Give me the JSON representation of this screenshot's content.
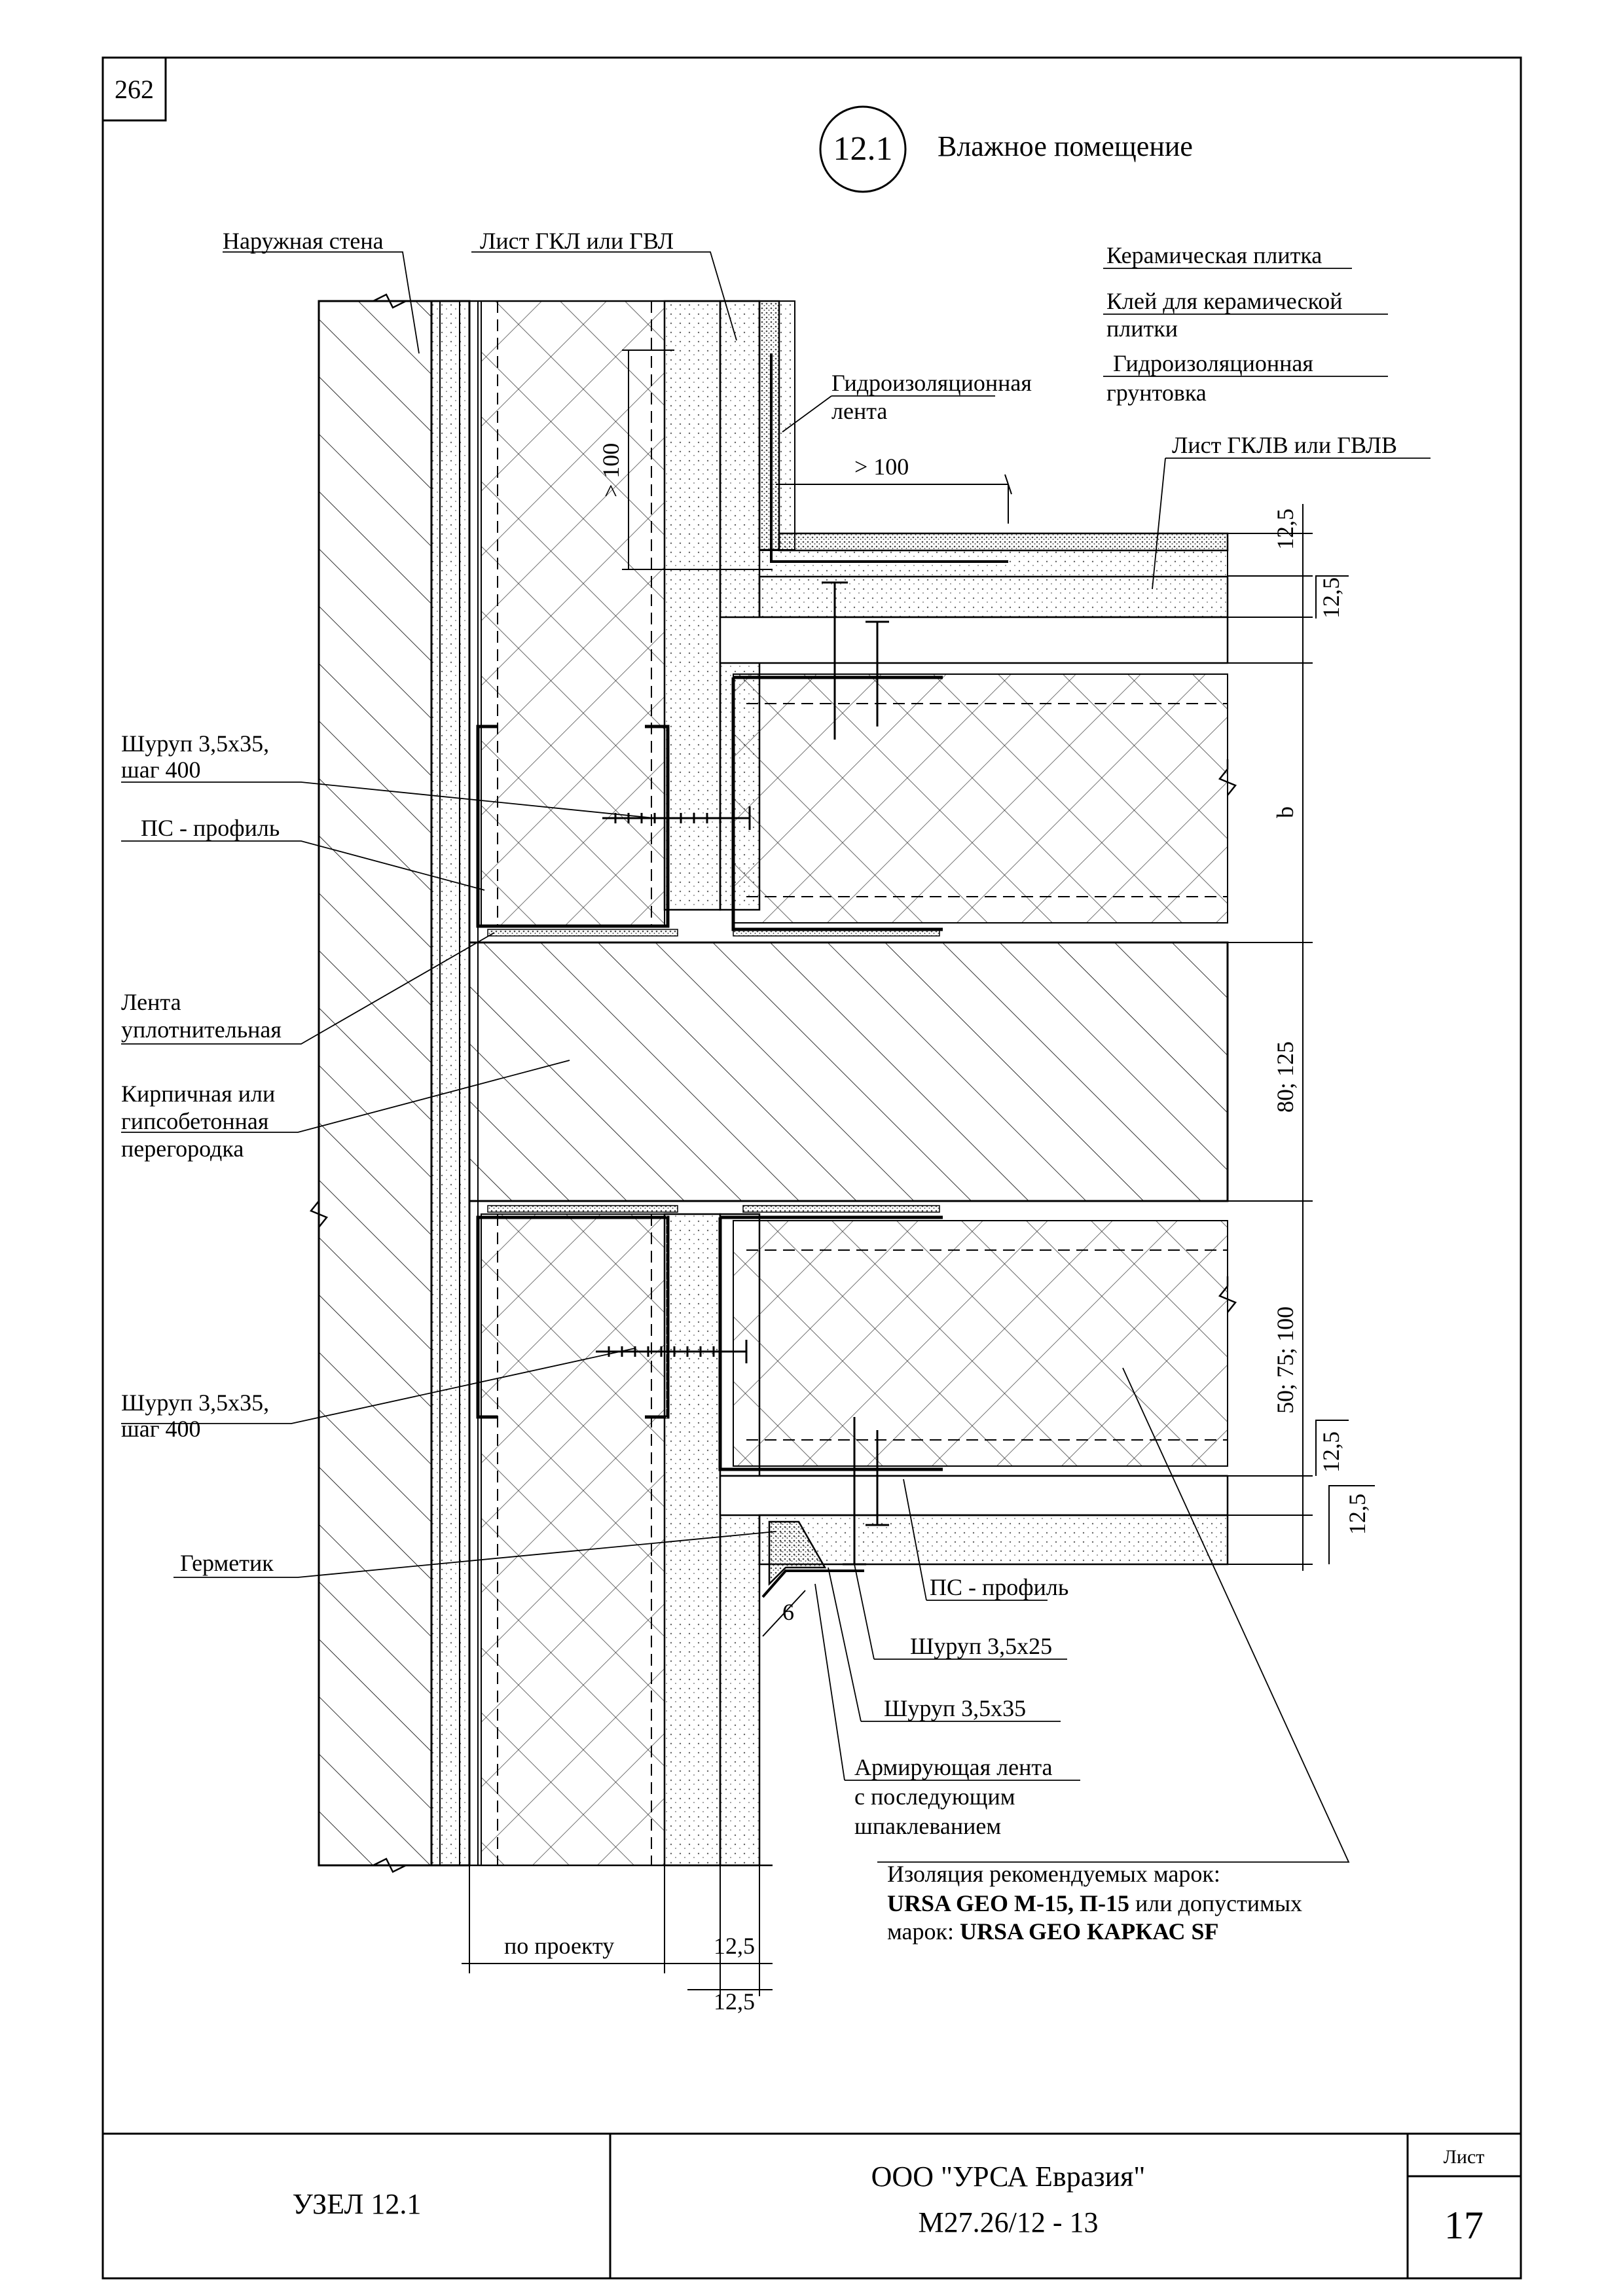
{
  "sheet": {
    "page_number": "262",
    "node_number": "12.1",
    "title": "Влажное помещение"
  },
  "labels": {
    "outer_wall": "Наружная стена",
    "gkl_sheet": "Лист ГКЛ или ГВЛ",
    "ceramic_tile": "Керамическая плитка",
    "tile_glue_1": "Клей для керамической",
    "tile_glue_2": "плитки",
    "waterproof_primer_1": "Гидроизоляционная",
    "waterproof_primer_2": "грунтовка",
    "waterproof_tape_1": "Гидроизоляционная",
    "waterproof_tape_2": "лента",
    "gklv_sheet": "Лист ГКЛВ или ГВЛВ",
    "screw_top_1": "Шуруп 3,5х35,",
    "screw_top_2": "шаг 400",
    "ps_profile_left": "ПС - профиль",
    "sealing_tape_1": "Лента",
    "sealing_tape_2": "уплотнительная",
    "partition_1": "Кирпичная или",
    "partition_2": "гипсобетонная",
    "partition_3": "перегородка",
    "screw_bottom_1": "Шуруп 3,5х35,",
    "screw_bottom_2": "шаг 400",
    "sealant": "Герметик",
    "ps_profile_right": "ПС - профиль",
    "screw_25": "Шуруп 3,5х25",
    "screw_35": "Шуруп 3,5х35",
    "reinforcing_tape_1": "Армирующая лента",
    "reinforcing_tape_2": "с последующим",
    "reinforcing_tape_3": "шпаклеванием",
    "insulation_1": "Изоляция рекомендуемых марок:",
    "insulation_2a": "URSA GEO M-15, П-15",
    "insulation_2b": " или допустимых",
    "insulation_3a": "марок: ",
    "insulation_3b": "URSA GEO КАРКАС SF"
  },
  "dimensions": {
    "vert_100": "> 100",
    "horiz_100": "> 100",
    "r_12_5_a": "12,5",
    "r_12_5_b": "12,5",
    "r_b": "b",
    "r_80_125": "80; 125",
    "r_50_75_100": "50; 75; 100",
    "r_12_5_c": "12,5",
    "r_12_5_d": "12,5",
    "gap_6": "6",
    "bottom_project": "по проекту",
    "bottom_12_5_a": "12,5",
    "bottom_12_5_b": "12,5"
  },
  "title_block": {
    "node_label": "УЗЕЛ 12.1",
    "company": "ООО \"УРСА Евразия\"",
    "doc_code": "М27.26/12 - 13",
    "sheet_label": "Лист",
    "sheet_number": "17"
  }
}
